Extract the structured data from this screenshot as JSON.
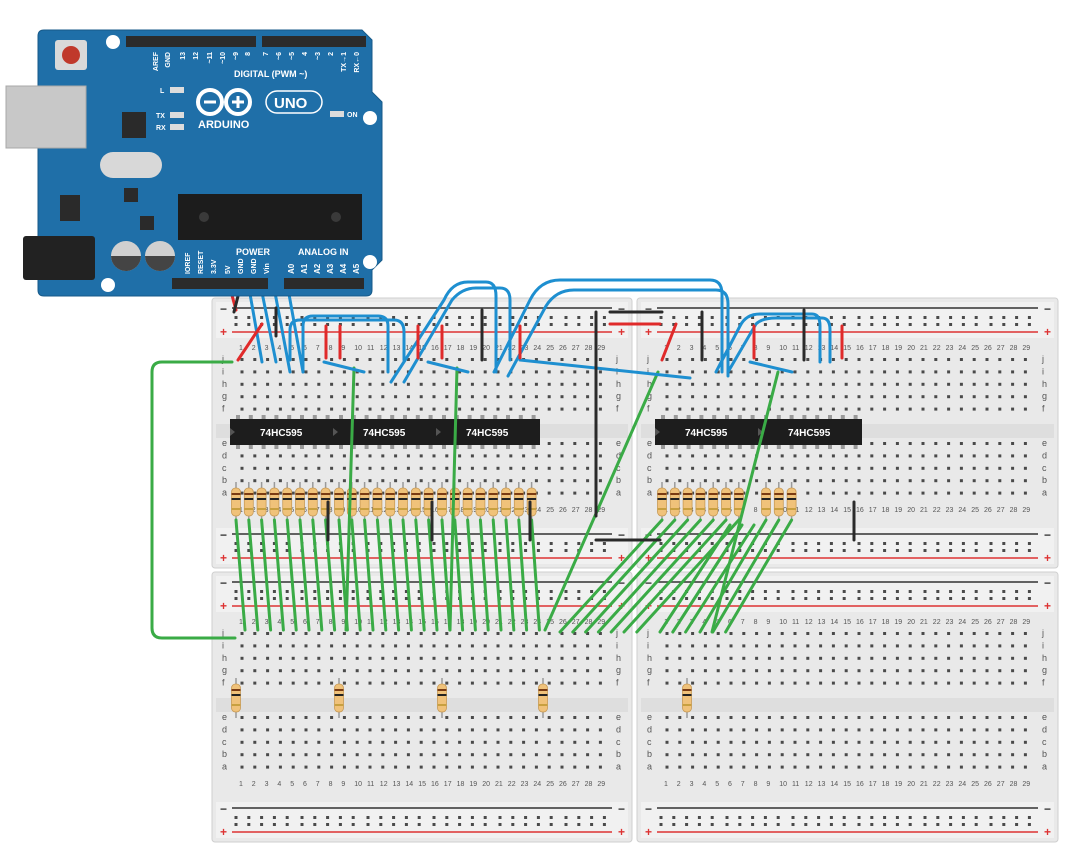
{
  "arduino": {
    "brand": "ARDUINO",
    "model": "UNO",
    "digital_header": "DIGITAL (PWM ~)",
    "digital_pins": [
      "AREF",
      "GND",
      "13",
      "12",
      "~11",
      "~10",
      "~9",
      "8",
      "7",
      "~6",
      "~5",
      "4",
      "~3",
      "2",
      "TX→1",
      "RX←0"
    ],
    "led_labels": [
      "L",
      "TX",
      "RX"
    ],
    "on_label": "ON",
    "power_header": "POWER",
    "analog_header": "ANALOG IN",
    "power_pins": [
      "IOREF",
      "RESET",
      "3.3V",
      "5V",
      "GND",
      "GND",
      "Vin"
    ],
    "analog_pins": [
      "A0",
      "A1",
      "A2",
      "A3",
      "A4",
      "A5"
    ]
  },
  "chips": [
    {
      "label": "74HC595"
    },
    {
      "label": "74HC595"
    },
    {
      "label": "74HC595"
    },
    {
      "label": "74HC595"
    },
    {
      "label": "74HC595"
    }
  ],
  "breadboard": {
    "row_letters_top": [
      "j",
      "i",
      "h",
      "g",
      "f"
    ],
    "row_letters_bottom": [
      "e",
      "d",
      "c",
      "b",
      "a"
    ],
    "column_count": 30,
    "rail_plus": "+",
    "rail_minus": "−"
  },
  "colors": {
    "board_blue": "#1f6fa8",
    "wire_blue": "#1e8fd0",
    "wire_green": "#3aab46",
    "wire_red": "#e02a2a",
    "wire_black": "#2a2a2a",
    "chip": "#1d1d1d",
    "resistor": "#f0c27a"
  }
}
